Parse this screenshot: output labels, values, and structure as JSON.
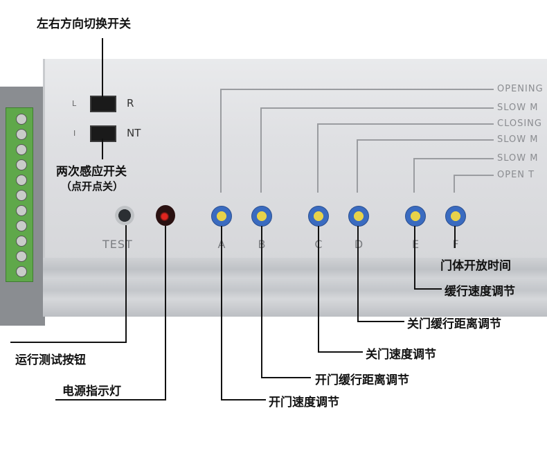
{
  "callouts": {
    "direction_switch": "左右方向切换开关",
    "dual_sense_switch": "两次感应开关",
    "dual_sense_note": "（点开点关）",
    "run_test_button": "运行测试按钮",
    "power_indicator": "电源指示灯",
    "open_speed": "开门速度调节",
    "open_slow_distance": "开门缓行距离调节",
    "close_speed": "关门速度调节",
    "close_slow_distance": "关门缓行距离调节",
    "slow_speed": "缓行速度调节",
    "door_open_time": "门体开放时间"
  },
  "panel": {
    "switch1_left": "L",
    "switch1_right": "R",
    "switch2_left": "I",
    "switch2_right": "NT",
    "test_label": "TEST",
    "pots": [
      "A",
      "B",
      "C",
      "D",
      "E",
      "F"
    ],
    "right_labels": [
      "OPENING",
      "SLOW M",
      "CLOSING",
      "SLOW M",
      "SLOW M",
      "OPEN T"
    ]
  },
  "colors": {
    "pot_ring": "#3a6bc0",
    "pot_center": "#e7d24a",
    "led": "#e0251f",
    "terminal": "#5fa84a"
  }
}
